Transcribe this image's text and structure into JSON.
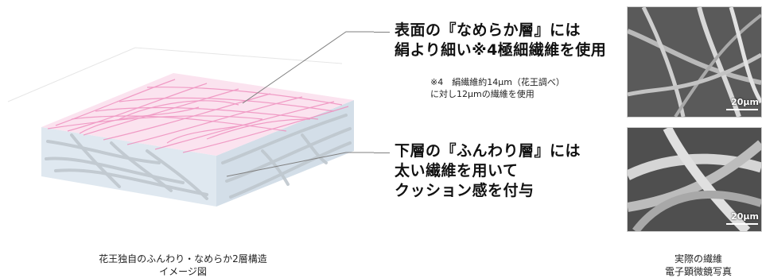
{
  "callouts": {
    "top": {
      "line1": "表面の『なめらか層』には",
      "line2": "絹より細い※4極細繊維を使用",
      "note_line1": "※4　絹繊維約14μm（花王調べ）",
      "note_line2": "に対し12μmの繊維を使用"
    },
    "bottom": {
      "line1": "下層の『ふんわり層』には",
      "line2": "太い繊維を用いて",
      "line3": "クッション感を付与"
    }
  },
  "captions": {
    "diagram_line1": "花王独自のふんわり・なめらか2層構造",
    "diagram_line2": "イメージ図",
    "photo_line1": "実際の繊維",
    "photo_line2": "電子顕微鏡写真"
  },
  "micrographs": {
    "top_scale": "20μm",
    "bottom_scale": "20μm"
  },
  "colors": {
    "fine_fiber": "#ef8fbe",
    "coarse_fiber": "#c9d0d6",
    "slab_side": "#dfe8f0",
    "slab_top": "#fbe3ef",
    "leader_line": "#7f7f7f"
  }
}
